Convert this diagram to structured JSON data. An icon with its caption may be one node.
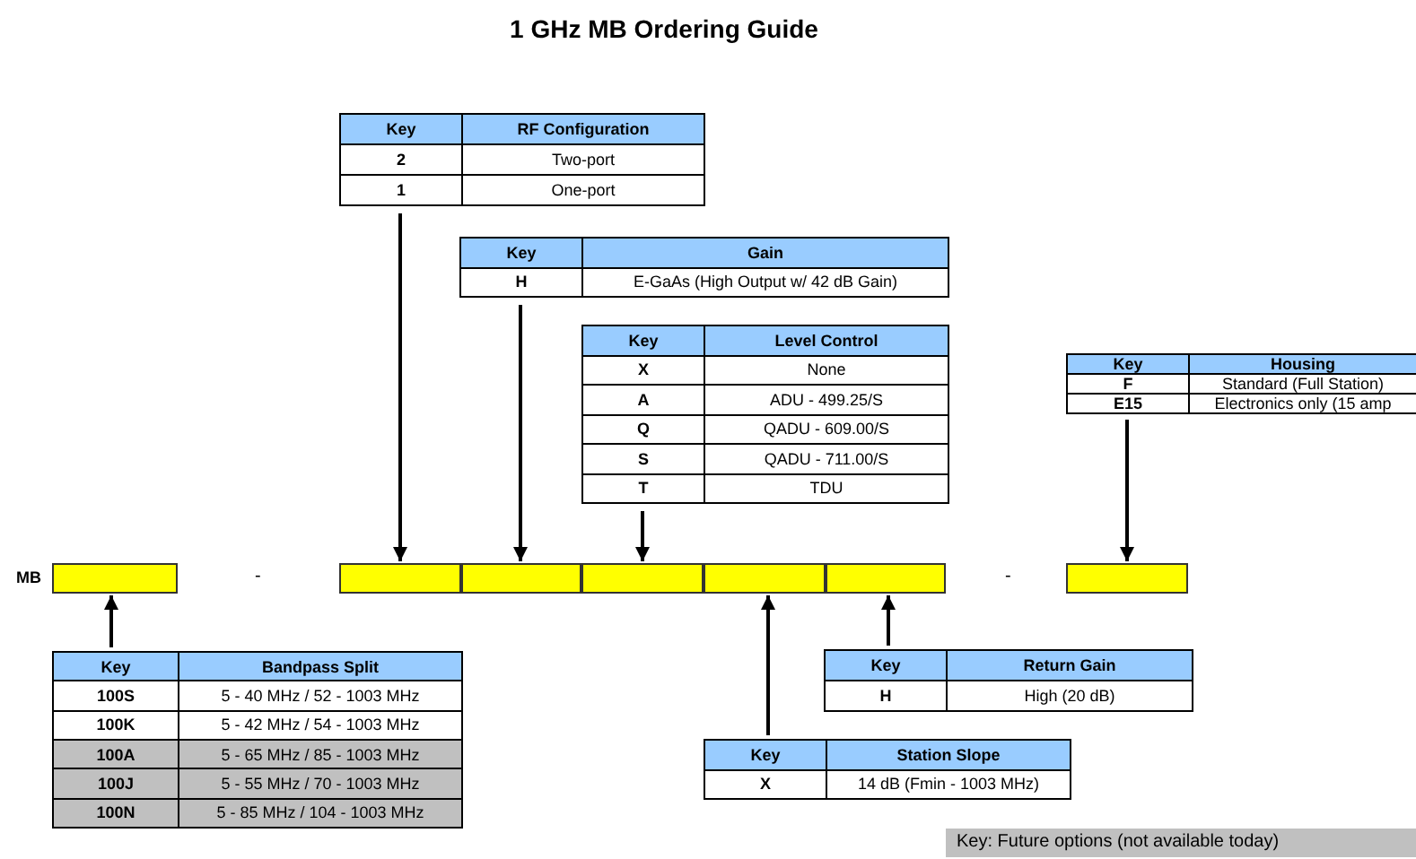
{
  "diagram": {
    "title": "1 GHz MB Ordering Guide",
    "nodes": [
      {
        "text": [
          "Key",
          "RF Configuration",
          "2",
          "Two-port",
          "1",
          "One-port"
        ]
      },
      {
        "text": [
          "Key",
          "Gain",
          "H",
          "E-GaAs (High Output w/ 42 dB Gain)"
        ]
      },
      {
        "text": [
          "Key",
          "Level Control",
          "X",
          "None",
          "A",
          "ADU - 499.25/S",
          "Q",
          "QADU - 609.00/S",
          "S",
          "QADU - 711.00/S",
          "T",
          "TDU"
        ]
      },
      {
        "text": [
          "Key",
          "Housing",
          "F",
          "Standard (Full Station)",
          "E15",
          "Electronics only (15 amp"
        ]
      },
      {
        "text": [],
        "shape": "box",
        "beside": [
          "MB"
        ]
      },
      {
        "text": [],
        "shape": "box"
      },
      {
        "text": [],
        "shape": "box"
      },
      {
        "text": [],
        "shape": "box"
      },
      {
        "text": [],
        "shape": "box"
      },
      {
        "text": [],
        "shape": "box"
      },
      {
        "text": [],
        "shape": "box"
      },
      {
        "text": [
          "Key",
          "Bandpass Split",
          "100S",
          "5 - 40 MHz / 52 - 1003 MHz",
          "100K",
          "5 - 42 MHz / 54 - 1003 MHz",
          "100A",
          "5 - 65 MHz / 85 - 1003 MHz",
          "100J",
          "5 - 55 MHz / 70 - 1003 MHz",
          "100N",
          "5 - 85 MHz / 104 - 1003 MHz"
        ]
      },
      {
        "text": [
          "Key",
          "Return Gain",
          "H",
          "High (20 dB)"
        ]
      },
      {
        "text": [
          "Key",
          "Station Slope",
          "X",
          "14 dB (Fmin - 1003 MHz)"
        ]
      }
    ],
    "edges": [
      {
        "from": 0,
        "to": 5,
        "arrow": "to"
      },
      {
        "from": 1,
        "to": 6,
        "arrow": "to"
      },
      {
        "from": 2,
        "to": 7,
        "arrow": "to"
      },
      {
        "from": 3,
        "to": 10,
        "arrow": "to"
      },
      {
        "from": 11,
        "to": 4,
        "arrow": "to"
      },
      {
        "from": 12,
        "to": 9,
        "arrow": "to"
      },
      {
        "from": 13,
        "to": 8,
        "arrow": "to"
      }
    ],
    "labels": [
      "-",
      "-"
    ],
    "legend": [
      {
        "text": "Key: Future options (not available today)",
        "color": "#c0c0c0"
      }
    ]
  }
}
